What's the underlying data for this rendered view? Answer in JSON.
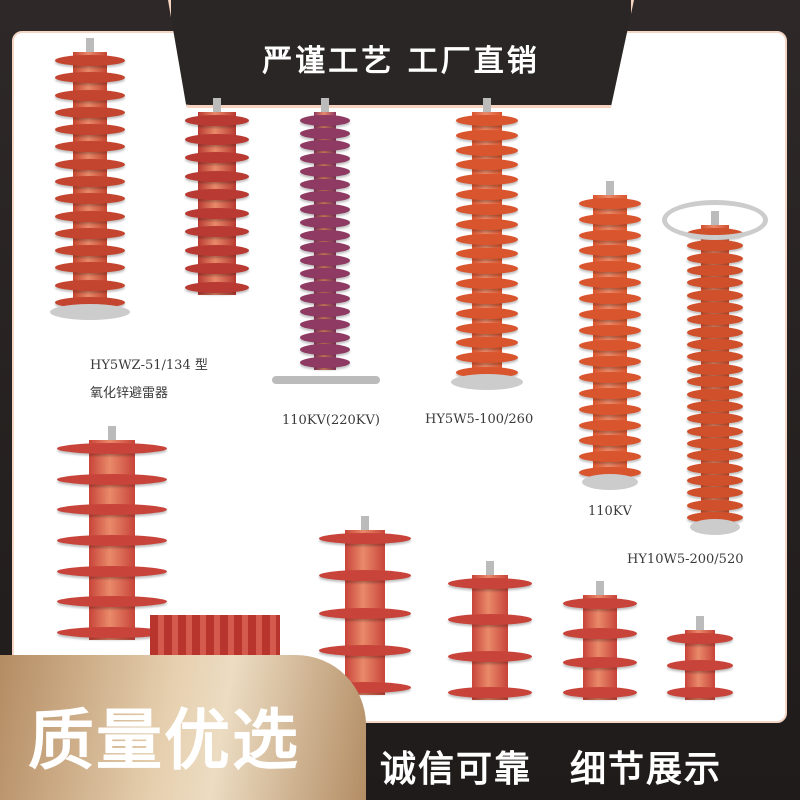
{
  "header": {
    "title": "严谨工艺 工厂直销"
  },
  "labels": {
    "model_1": "HY5WZ-51/134 型",
    "model_1_desc": "氧化锌避雷器",
    "model_2": "110KV(220KV)",
    "model_3": "HY5W5-100/260",
    "model_4": "110KV",
    "model_5": "HY10W5-200/520"
  },
  "footer": {
    "badge": "质量优选",
    "slogan": "诚信可靠　细节展示"
  },
  "colors": {
    "dark": "#2b2626",
    "red": "#c8443a",
    "orange": "#d9552e",
    "purple": "#8e3a63",
    "gold": "#e6cfae"
  }
}
